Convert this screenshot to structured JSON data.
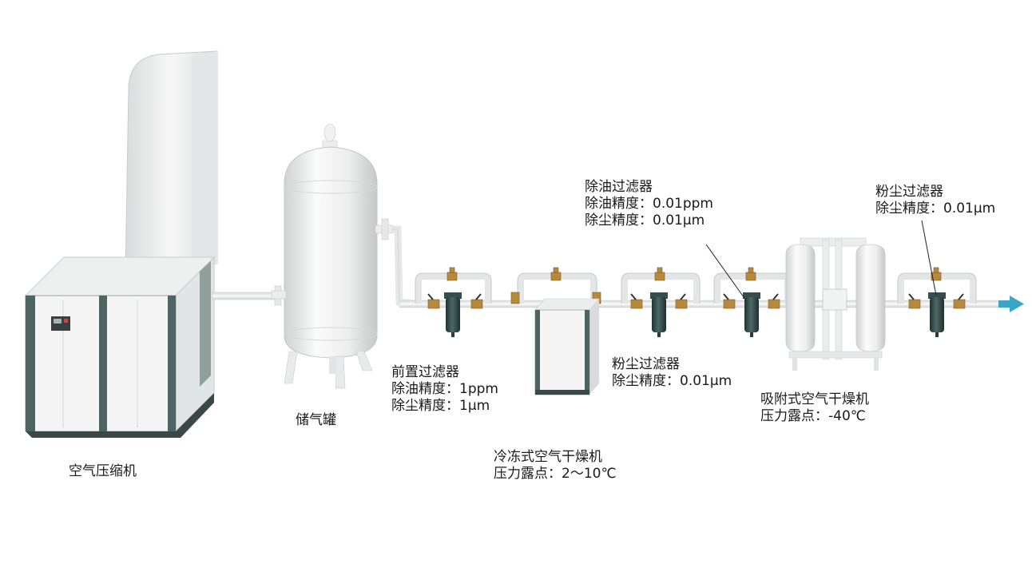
{
  "colors": {
    "cabinet_trim": "#4d6663",
    "panel": "#f3f3f3",
    "pipe": "#eeeeee",
    "filter_body": "#2f4847",
    "brass_valve": "#b8893a",
    "outlet_arrow": "#3aa6c4",
    "text": "#1a1a1a"
  },
  "components": {
    "compressor": {
      "name": "空气压缩机"
    },
    "tank": {
      "name": "储气罐"
    },
    "pre_filter": {
      "name": "前置过滤器",
      "oil_spec": "除油精度：1ppm",
      "dust_spec": "除尘精度：1μm"
    },
    "refrigerated_dryer": {
      "name": "冷冻式空气干燥机",
      "dew_point": "压力露点：2～10℃"
    },
    "dust_filter_1": {
      "name": "粉尘过滤器",
      "dust_spec": "除尘精度：0.01μm"
    },
    "oil_filter": {
      "name": "除油过滤器",
      "oil_spec": "除油精度：0.01ppm",
      "dust_spec": "除尘精度：0.01μm"
    },
    "adsorption_dryer": {
      "name": "吸附式空气干燥机",
      "dew_point": "压力露点：-40℃"
    },
    "dust_filter_2": {
      "name": "粉尘过滤器",
      "dust_spec": "除尘精度：0.01μm"
    }
  }
}
